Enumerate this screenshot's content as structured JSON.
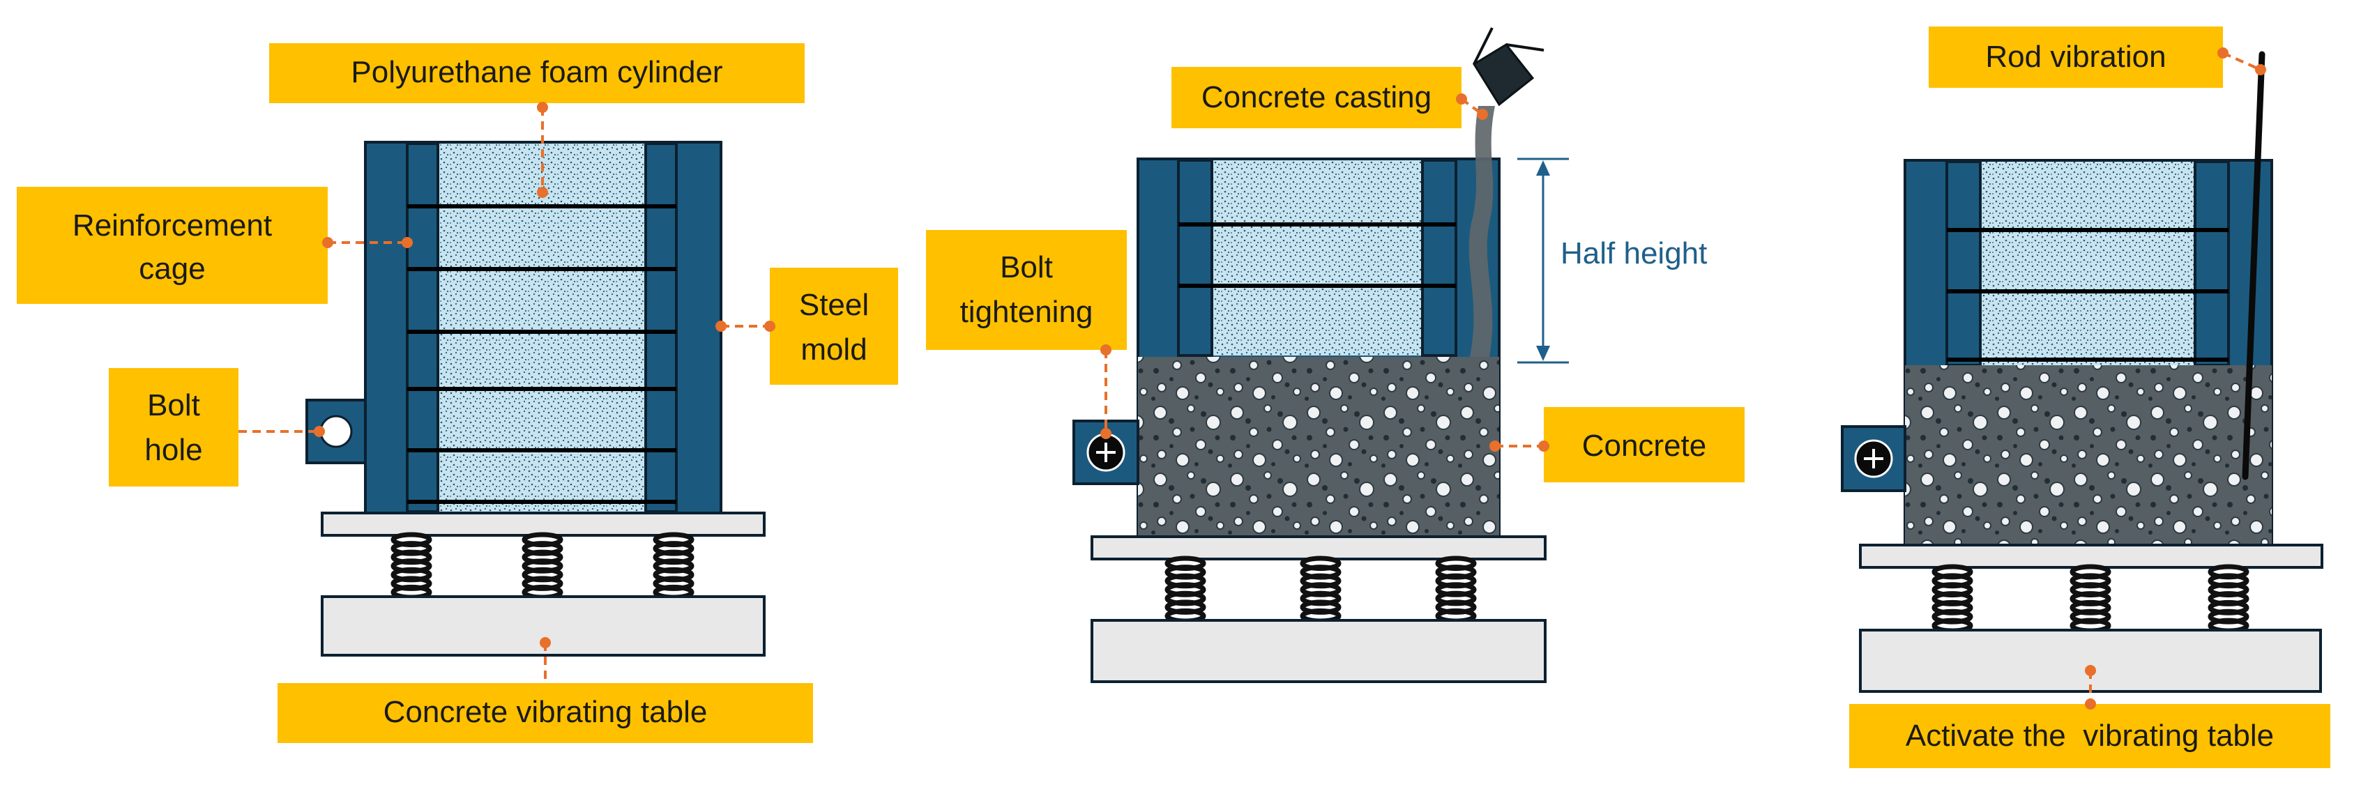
{
  "colors": {
    "label_box": "#ffc000",
    "leader": "#e8702a",
    "steel_mold": "#1b5a7e",
    "foam": "#c9e4ef",
    "concrete": "#4a5459",
    "dimension": "#1f5f8b"
  },
  "panel1": {
    "foam_label": "Polyurethane foam cylinder",
    "cage_label": [
      "Reinforcement",
      "cage"
    ],
    "mold_label": [
      "Steel",
      "mold"
    ],
    "bolt_hole_label": [
      "Bolt",
      "hole"
    ],
    "table_label": "Concrete vibrating table"
  },
  "panel2": {
    "casting_label": "Concrete casting",
    "half_height_label": "Half height",
    "bolt_label": [
      "Bolt",
      "tightening"
    ],
    "concrete_label": "Concrete"
  },
  "panel3": {
    "rod_label": "Rod vibration",
    "activate_label": "Activate the  vibrating table"
  }
}
